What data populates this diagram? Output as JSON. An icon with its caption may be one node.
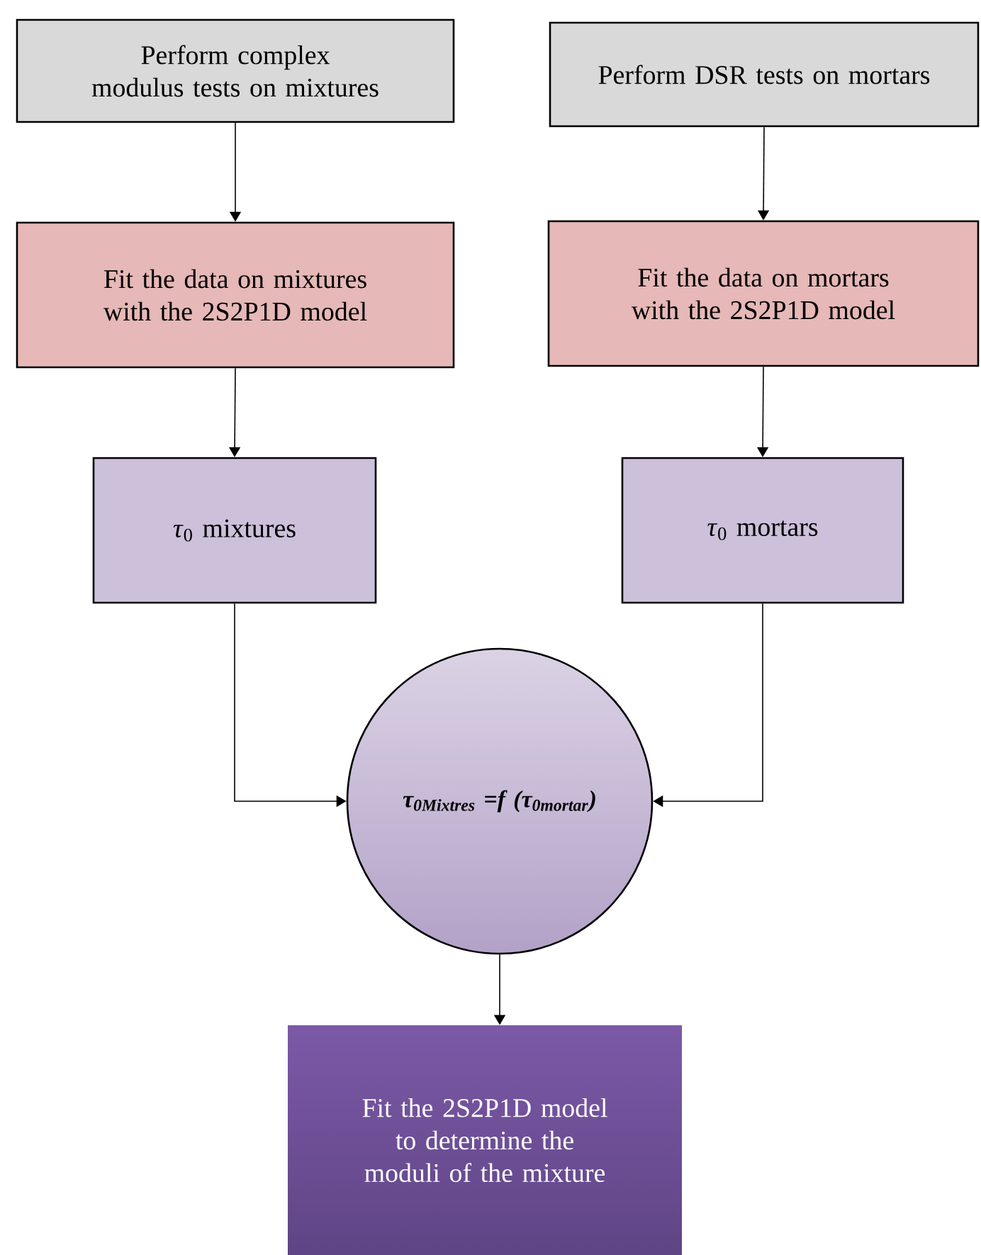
{
  "diagram": {
    "nodes": [
      {
        "text": [
          "Perform complex modulus tests on mixtures"
        ]
      },
      {
        "text": [
          "Perform DSR tests on mortars"
        ]
      },
      {
        "text": [
          "Fit the data on mixtures with the 2S2P1D model"
        ]
      },
      {
        "text": [
          "Fit the data on mortars with the 2S2P1D model"
        ]
      },
      {
        "text": [
          "*τ*$_{0}$ mixtures"
        ]
      },
      {
        "text": [
          "*τ*$_{0}$ mortars"
        ]
      },
      {
        "text": [
          "τ$_{0Mixtres}$ =f (τ$_{0mortar}$)"
        ]
      },
      {
        "text": [
          "Fit the 2S2P1D model to determine the moduli of the mixture"
        ]
      }
    ],
    "edges": [
      {
        "from": 0,
        "to": 2,
        "arrow": "to"
      },
      {
        "from": 1,
        "to": 3,
        "arrow": "to"
      },
      {
        "from": 2,
        "to": 4,
        "arrow": "to"
      },
      {
        "from": 3,
        "to": 5,
        "arrow": "to"
      },
      {
        "from": 4,
        "to": 6,
        "arrow": "to"
      },
      {
        "from": 5,
        "to": 6,
        "arrow": "to"
      },
      {
        "from": 6,
        "to": 7,
        "arrow": "to"
      }
    ]
  }
}
